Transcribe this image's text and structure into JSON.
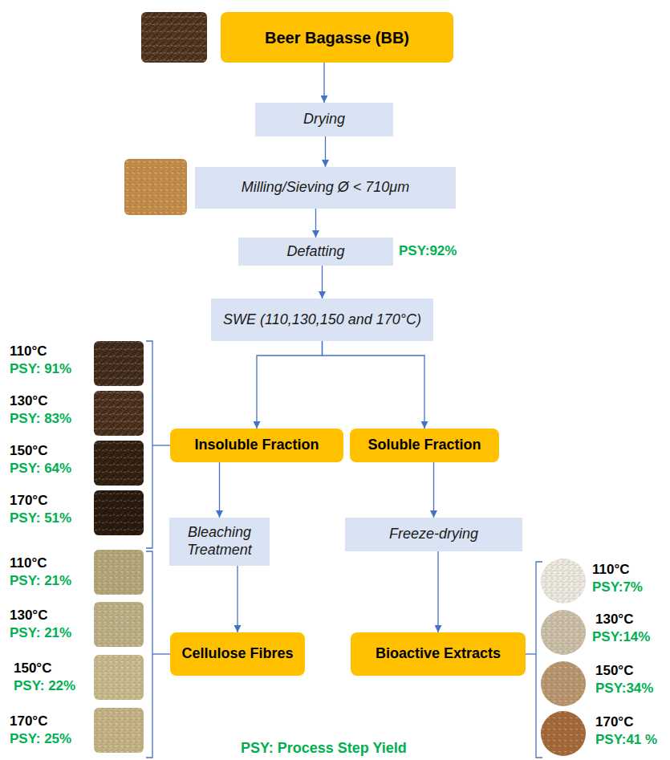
{
  "diagram": {
    "nodes": [
      {
        "text": [
          "Beer Bagasse (BB)"
        ]
      },
      {
        "text": [
          "Drying"
        ]
      },
      {
        "text": [
          "Milling/Sieving Ø < 710μm"
        ]
      },
      {
        "text": [
          "Defatting"
        ]
      },
      {
        "text": [
          "SWE (110,130,150 and 170°C)"
        ]
      },
      {
        "text": [
          "Insoluble Fraction"
        ]
      },
      {
        "text": [
          "Soluble Fraction"
        ]
      },
      {
        "text": [
          "Bleaching Treatment"
        ]
      },
      {
        "text": [
          "Freeze-drying"
        ]
      },
      {
        "text": [
          "Cellulose Fibres"
        ]
      },
      {
        "text": [
          "Bioactive Extracts"
        ]
      }
    ],
    "edges": [
      {
        "from": 0,
        "to": 1,
        "arrow": "to"
      },
      {
        "from": 1,
        "to": 2,
        "arrow": "to"
      },
      {
        "from": 2,
        "to": 3,
        "arrow": "to"
      },
      {
        "from": 3,
        "to": 4,
        "arrow": "to"
      },
      {
        "from": 4,
        "to": 5,
        "arrow": "to"
      },
      {
        "from": 4,
        "to": 6,
        "arrow": "to"
      },
      {
        "from": 5,
        "to": 7,
        "arrow": "to"
      },
      {
        "from": 7,
        "to": 9,
        "arrow": "to"
      },
      {
        "from": 6,
        "to": 8,
        "arrow": "to"
      },
      {
        "from": 8,
        "to": 10,
        "arrow": "to"
      }
    ],
    "labels": [
      "PSY:92%",
      "110°C",
      "PSY: 91%",
      "130°C",
      "PSY: 83%",
      "150°C",
      "PSY: 64%",
      "170°C",
      "PSY: 51%",
      "110°C",
      "PSY: 21%",
      "130°C",
      "PSY: 21%",
      "150°C",
      "PSY: 22%",
      "170°C",
      "PSY: 25%",
      "110°C",
      "PSY:7%",
      "130°C",
      "PSY:14%",
      "150°C",
      "PSY:34%",
      "170°C",
      "PSY:41 %",
      "PSY: Process Step Yield"
    ]
  }
}
